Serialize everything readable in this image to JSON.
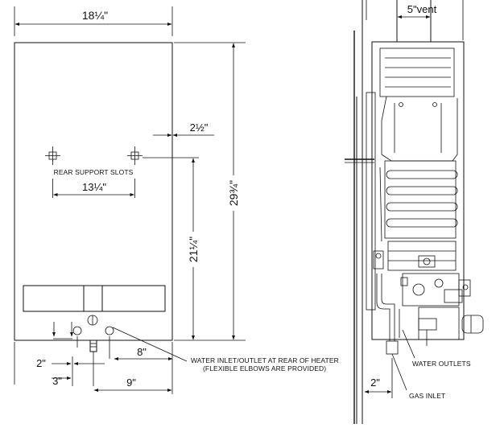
{
  "front_view": {
    "width_label": "18¼\"",
    "height_label": "29¾\"",
    "side_offset_label": "2½\"",
    "slot_spacing_label": "13¼\"",
    "slot_height_label": "21¼\"",
    "rear_support_slots_label": "REAR SUPPORT SLOTS",
    "inlet_offset_label": "2\"",
    "inlet_drop_label": "3\"",
    "inlet_spacing_label": "8\"",
    "outlet_offset_label": "9\"",
    "water_callout_line1": "WATER INLET/OUTLET AT REAR OF HEATER",
    "water_callout_line2": "(FLEXIBLE ELBOWS ARE PROVIDED)"
  },
  "side_view": {
    "vent_label": "5\"vent",
    "wall_offset_label": "2\"",
    "water_outlets_label": "WATER OUTLETS",
    "gas_inlet_label": "GAS INLET"
  }
}
